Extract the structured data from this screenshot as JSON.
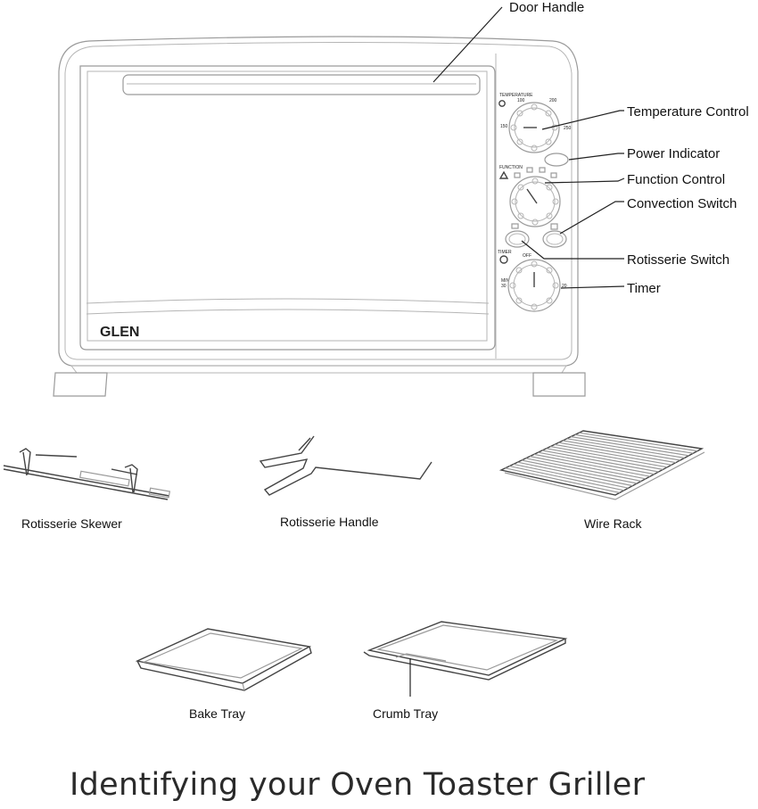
{
  "labels": {
    "door_handle": "Door Handle",
    "temperature_control": "Temperature Control",
    "power_indicator": "Power Indicator",
    "function_control": "Function Control",
    "convection_switch": "Convection Switch",
    "rotisserie_switch": "Rotisserie Switch",
    "timer": "Timer"
  },
  "oven": {
    "brand": "GLEN",
    "panel_temperature": "TEMPERATURE",
    "panel_function": "FUNCTION",
    "panel_timer": "TIMER",
    "temp_marks": [
      "100",
      "150",
      "200",
      "250"
    ],
    "timer_marks": [
      "OFF",
      "MIN",
      "30",
      "20"
    ]
  },
  "accessories": {
    "rotisserie_skewer": "Rotisserie Skewer",
    "rotisserie_handle": "Rotisserie Handle",
    "wire_rack": "Wire Rack",
    "bake_tray": "Bake Tray",
    "crumb_tray": "Crumb Tray"
  },
  "title": "Identifying your Oven Toaster Griller"
}
